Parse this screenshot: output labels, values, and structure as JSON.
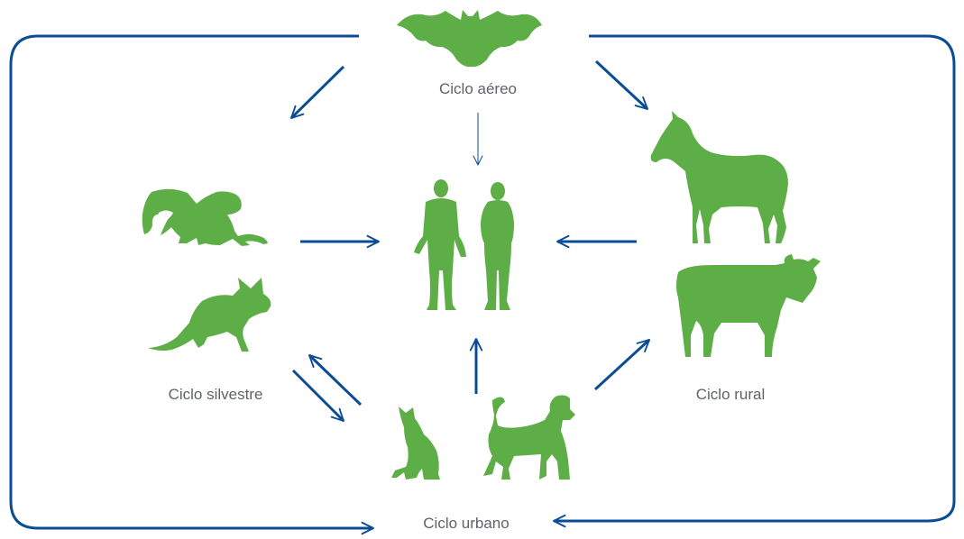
{
  "diagram": {
    "labels": {
      "aereo": "Ciclo aéreo",
      "silvestre": "Ciclo silvestre",
      "rural": "Ciclo rural",
      "urbano": "Ciclo urbano"
    },
    "colors": {
      "arrow": "#0a4d94",
      "silhouette": "#5dae47",
      "label": "#5f6368"
    },
    "icons": [
      "bat-icon",
      "monkey-icon",
      "fox-icon",
      "humans-icon",
      "horse-icon",
      "cow-icon",
      "cat-icon",
      "dog-icon"
    ]
  }
}
